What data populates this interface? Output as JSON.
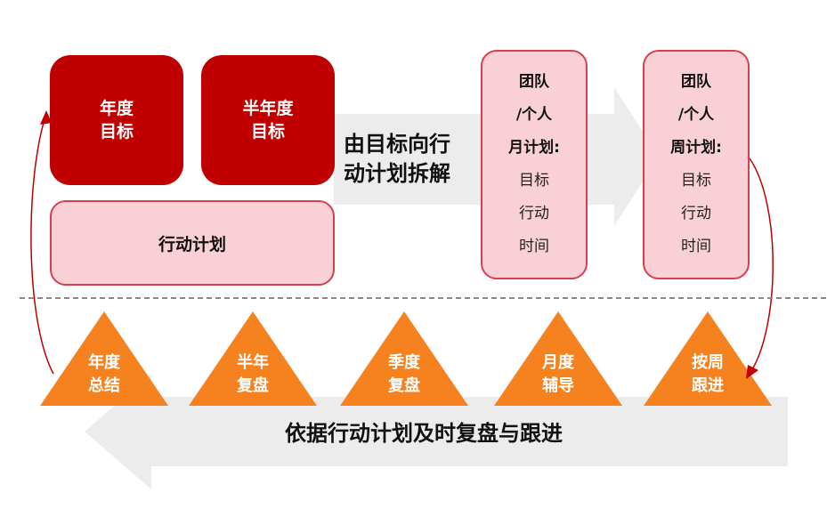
{
  "colors": {
    "goal_red": "#c00000",
    "pink_fill": "#f9d0d5",
    "pink_border": "#d64050",
    "triangle_orange": "#f5821f",
    "arrow_gray": "#ececec",
    "connector_red": "#c00000"
  },
  "goals": [
    {
      "line1": "年度",
      "line2": "目标"
    },
    {
      "line1": "半年度",
      "line2": "目标"
    }
  ],
  "action_plan_label": "行动计划",
  "decompose_text": {
    "line1": "由目标向行",
    "line2": "动计划拆解"
  },
  "plan_boxes": [
    {
      "bold1": "团队",
      "bold2": "/个人",
      "bold3": "月计划:",
      "items": [
        "目标",
        "行动",
        "时间"
      ]
    },
    {
      "bold1": "团队",
      "bold2": "/个人",
      "bold3": "周计划:",
      "items": [
        "目标",
        "行动",
        "时间"
      ]
    }
  ],
  "reviews": [
    {
      "line1": "年度",
      "line2": "总结"
    },
    {
      "line1": "半年",
      "line2": "复盘"
    },
    {
      "line1": "季度",
      "line2": "复盘"
    },
    {
      "line1": "月度",
      "line2": "辅导"
    },
    {
      "line1": "按周",
      "line2": "跟进"
    }
  ],
  "bottom_text": "依据行动计划及时复盘与跟进"
}
